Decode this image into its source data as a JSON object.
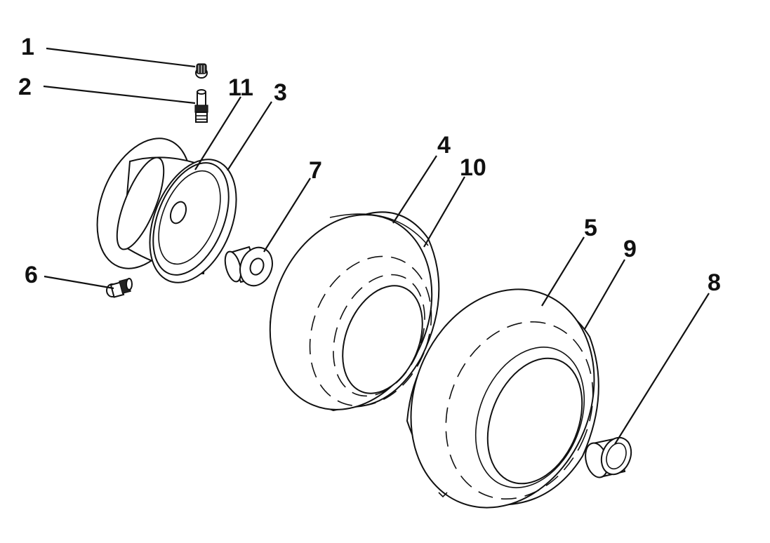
{
  "colors": {
    "line": "#111111",
    "background": "#ffffff"
  },
  "callouts": [
    "1",
    "2",
    "11",
    "3",
    "4",
    "10",
    "7",
    "5",
    "9",
    "6",
    "8"
  ]
}
